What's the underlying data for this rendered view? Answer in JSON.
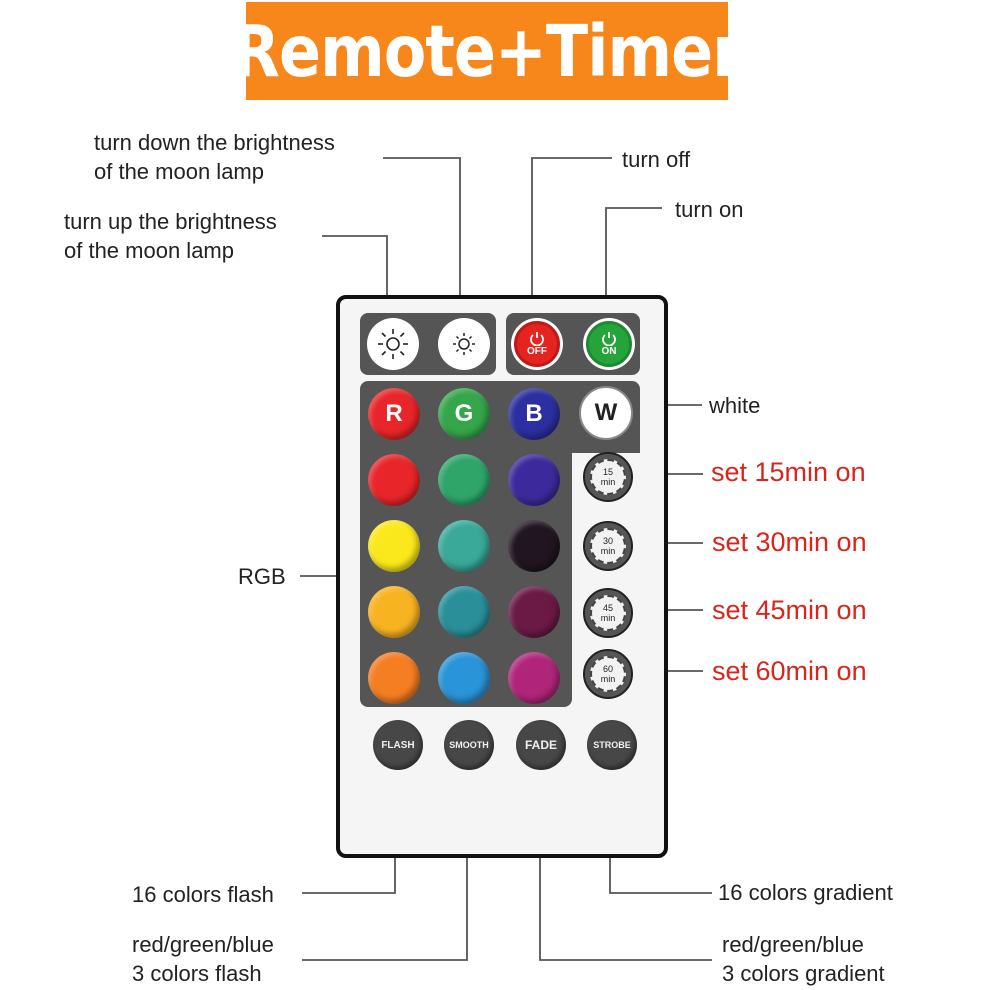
{
  "banner": {
    "title": "Remote+Timer",
    "color": "#f7861b"
  },
  "labels": {
    "dim_1": "turn down the brightness",
    "dim_2": "of the moon lamp",
    "bright_1": "turn up the brightness",
    "bright_2": "of the moon lamp",
    "off": "turn off",
    "on": "turn on",
    "white": "white",
    "rgb": "RGB",
    "t15": "set 15min on",
    "t30": "set 30min on",
    "t45": "set 45min on",
    "t60": "set 60min on",
    "flash": "16 colors flash",
    "smooth_1": "red/green/blue",
    "smooth_2": "3 colors flash",
    "strobe": "16 colors gradient",
    "fade_1": "red/green/blue",
    "fade_2": "3 colors gradient"
  },
  "remote": {
    "power": {
      "off_label": "OFF",
      "on_label": "ON",
      "off_color": "#e52420",
      "on_color": "#27a33b"
    },
    "letters": {
      "r": "R",
      "g": "G",
      "b": "B",
      "w": "W"
    },
    "timers": [
      {
        "num": "15",
        "unit": "min"
      },
      {
        "num": "30",
        "unit": "min"
      },
      {
        "num": "45",
        "unit": "min"
      },
      {
        "num": "60",
        "unit": "min"
      }
    ],
    "modes": {
      "flash": "FLASH",
      "smooth": "SMOOTH",
      "fade": "FADE",
      "strobe": "STROBE"
    },
    "colors": {
      "row0": [
        "#e8262a",
        "#35a64a",
        "#2b2fa0"
      ],
      "row1": [
        "#e8262a",
        "#2fa56a",
        "#3c2a9c"
      ],
      "row2": [
        "#fbe81c",
        "#3aa99a",
        "#201520"
      ],
      "row3": [
        "#f8b321",
        "#2a8f99",
        "#6a1a45"
      ],
      "row4": [
        "#f57d22",
        "#2a94d8",
        "#b0257a"
      ]
    }
  }
}
